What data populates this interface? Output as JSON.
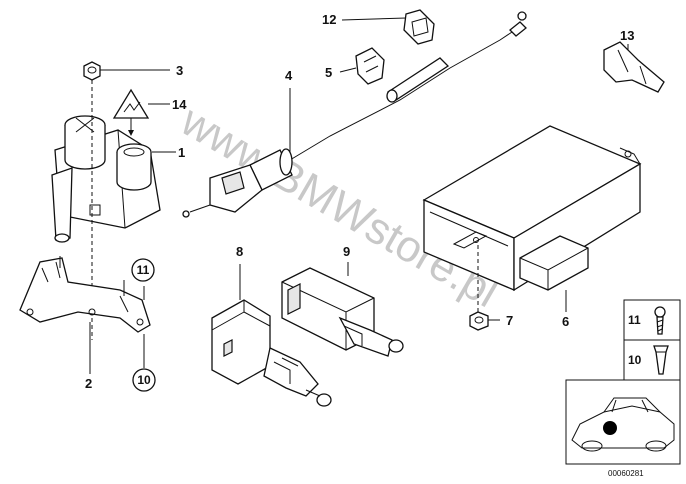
{
  "watermark": "www.BMWstore.pl",
  "reference_number": "00060281",
  "callouts": {
    "c1": "1",
    "c2": "2",
    "c3": "3",
    "c4": "4",
    "c5": "5",
    "c6": "6",
    "c7": "7",
    "c8": "8",
    "c9": "9",
    "c10": "10",
    "c11": "11",
    "c12": "12",
    "c13": "13",
    "c14": "14",
    "legend_11": "11",
    "legend_10": "10"
  }
}
